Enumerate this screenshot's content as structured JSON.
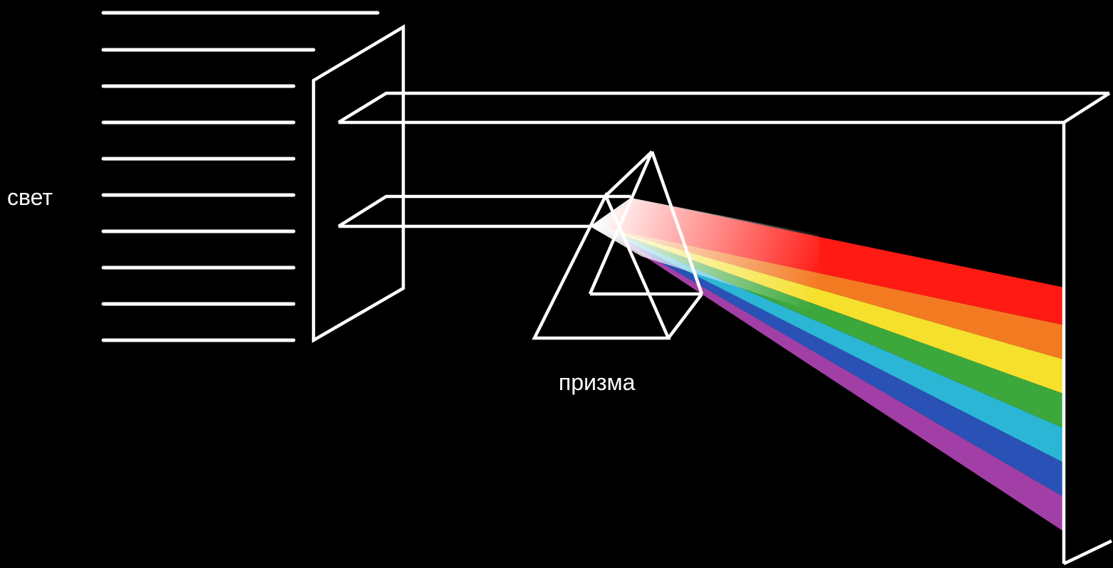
{
  "labels": {
    "light": "свет",
    "prism": "призма"
  },
  "colors": {
    "background": "#000000",
    "line": "#ffffff",
    "spectrum": [
      "#ff1a14",
      "#f47a22",
      "#f5e02c",
      "#3ca83c",
      "#2bb6d6",
      "#2a52b6",
      "#a23fa6"
    ]
  },
  "spectrum_bands": [
    "red",
    "orange",
    "yellow",
    "green",
    "cyan",
    "blue",
    "violet"
  ]
}
